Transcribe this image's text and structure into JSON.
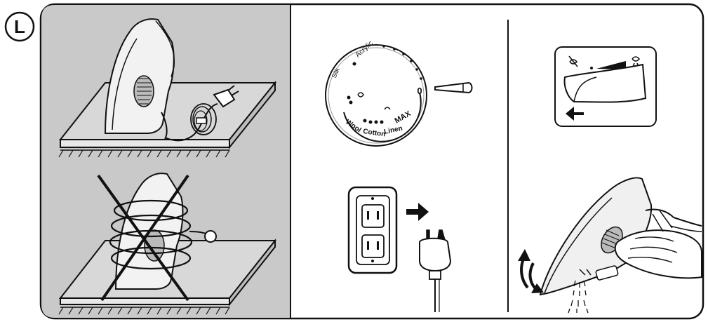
{
  "step_badge": {
    "letter": "L"
  },
  "dial": {
    "labels": {
      "synthetic": "Silk",
      "acrylic": "Acrylic",
      "wool": "Wool",
      "cotton": "Cotton",
      "linen": "Linen",
      "max": "MAX",
      "zero": "0"
    }
  },
  "colors": {
    "left_panel": "#c9c9c9",
    "outline": "#111111",
    "table_top": "#d8d8d8"
  }
}
